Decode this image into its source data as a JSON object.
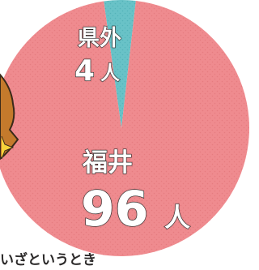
{
  "chart_data": {
    "type": "pie",
    "slices": [
      {
        "label": "福井",
        "value": 96,
        "unit": "人",
        "color": "#ef8b8f"
      },
      {
        "label": "県外",
        "value": 4,
        "unit": "人",
        "color": "#69c2c7"
      }
    ]
  },
  "caption": "いざというとき"
}
